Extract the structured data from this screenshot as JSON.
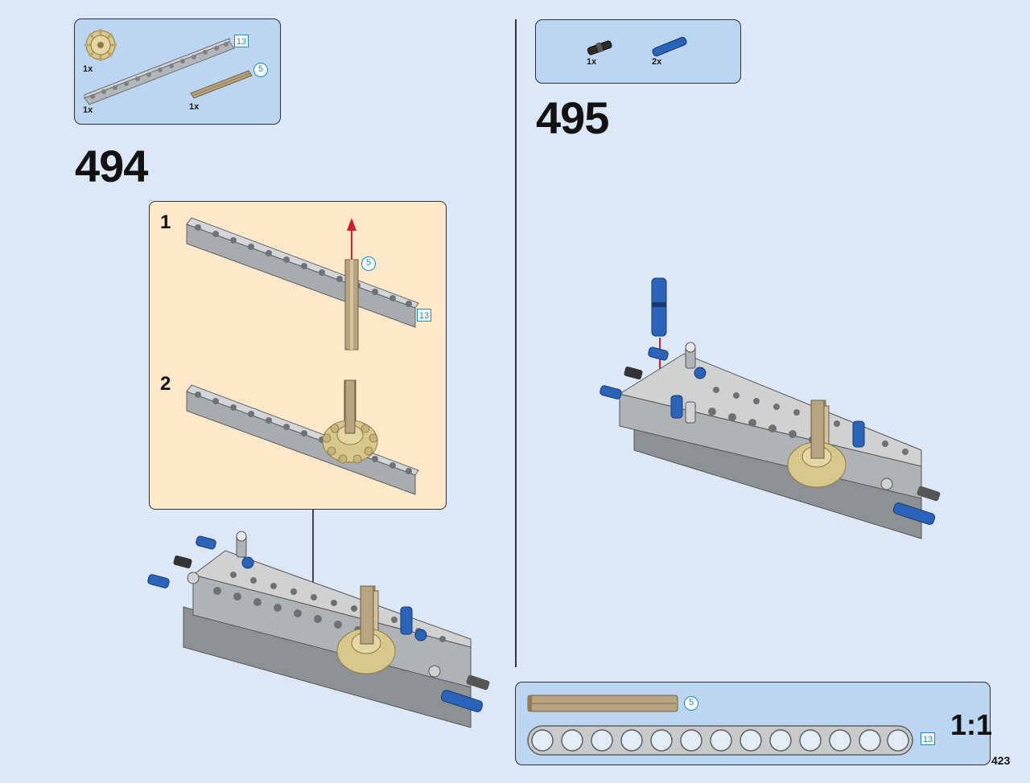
{
  "steps": {
    "left": {
      "number": "494",
      "parts": [
        {
          "icon": "gear-icon",
          "qty": "1x"
        },
        {
          "icon": "beam-icon",
          "qty": "1x",
          "length": "13"
        },
        {
          "icon": "axle-icon",
          "qty": "1x",
          "length": "5"
        }
      ],
      "substeps": [
        {
          "num": "1",
          "axle_length": "5",
          "beam_length": "13"
        },
        {
          "num": "2"
        }
      ]
    },
    "right": {
      "number": "495",
      "parts": [
        {
          "icon": "black-pin-icon",
          "qty": "1x"
        },
        {
          "icon": "blue-pin-icon",
          "qty": "2x"
        }
      ]
    }
  },
  "scale_box": {
    "ratio": "1:1",
    "axle_length": "5",
    "beam_length": "13"
  },
  "page_number": "423",
  "colors": {
    "background": "#dce8f7",
    "parts_box": "#bcd5f0",
    "substep_box": "#fde9c9",
    "length_marker": "#1e88c8",
    "arrow": "#d0202a",
    "beam_gray": "#a9acaf",
    "tan": "#b7a37f",
    "blue": "#2a63b8"
  }
}
